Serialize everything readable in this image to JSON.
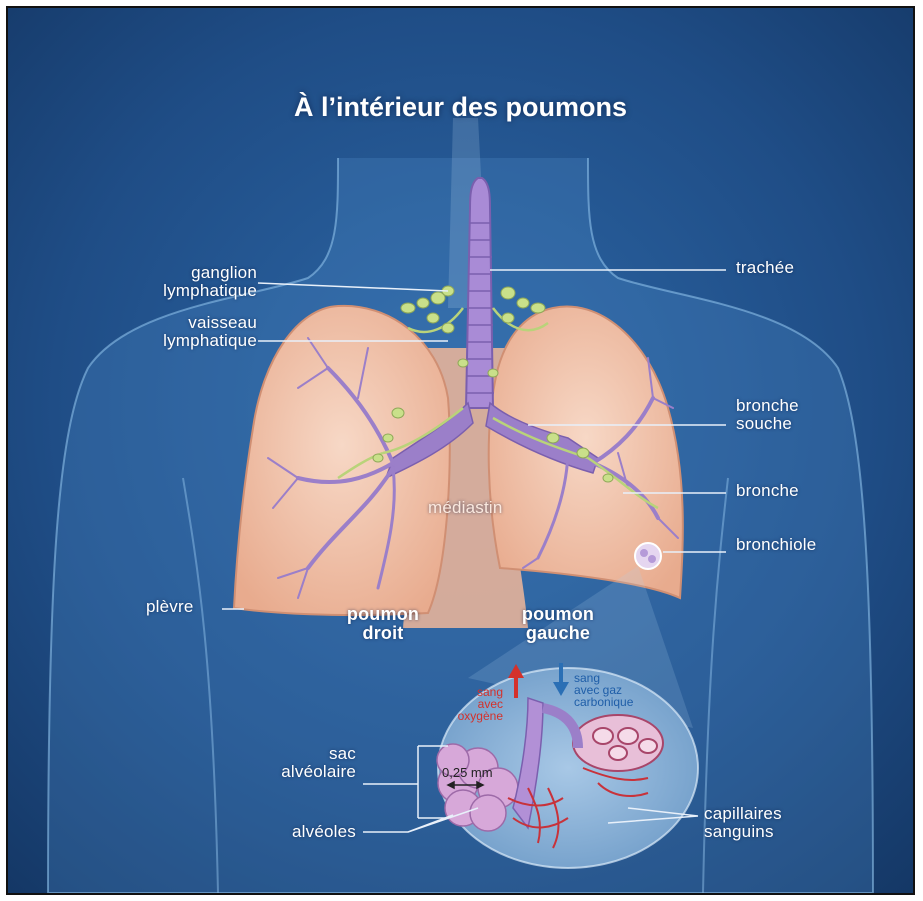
{
  "title": "À l’intérieur des poumons",
  "labels": {
    "ganglion": "ganglion\nlymphatique",
    "vaisseau": "vaisseau\nlymphatique",
    "plevre": "plèvre",
    "trachee": "trachée",
    "bronche_souche": "bronche\nsouche",
    "bronche": "bronche",
    "bronchiole": "bronchiole",
    "mediastin": "médiastin",
    "poumon_droit": "poumon\ndroit",
    "poumon_gauche": "poumon\ngauche",
    "sac_alveolaire": "sac\nalvéolaire",
    "alveoles": "alvéoles",
    "capillaires": "capillaires\nsanguins",
    "sang_oxygene": "sang\navec\noxygène",
    "sang_gaz": "sang\navec gaz\ncarbonique",
    "scale": "0,25 mm"
  },
  "colors": {
    "background": "#1f4f86",
    "lung_fill": "#f3c9b3",
    "bronchial_tree": "#9b7fc9",
    "lymph_nodes": "#c9e08a",
    "oxygen_blood": "#d4312b",
    "co2_blood": "#2a6fb5"
  }
}
